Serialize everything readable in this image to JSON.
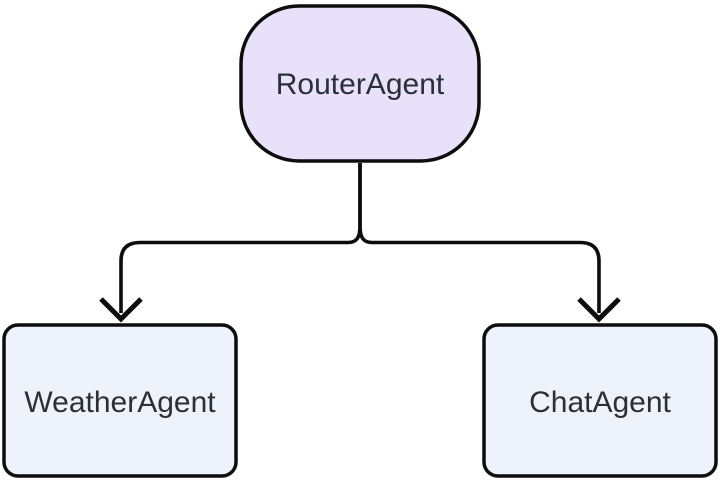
{
  "diagram": {
    "type": "flowchart",
    "direction": "top-down",
    "nodes": [
      {
        "id": "router",
        "label": "RouterAgent",
        "shape": "stadium"
      },
      {
        "id": "weather",
        "label": "WeatherAgent",
        "shape": "rounded-rect"
      },
      {
        "id": "chat",
        "label": "ChatAgent",
        "shape": "rounded-rect"
      }
    ],
    "edges": [
      {
        "from": "RouterAgent",
        "to": "WeatherAgent",
        "arrow": "open-chevron-down"
      },
      {
        "from": "RouterAgent",
        "to": "ChatAgent",
        "arrow": "open-chevron-down"
      }
    ],
    "colors": {
      "router_fill": "#e8e1f9",
      "child_fill": "#eef2fb",
      "node_stroke": "#0d0d0d",
      "edge_stroke": "#0d0d0d",
      "label_color": "#2b2f3a",
      "background": "#ffffff"
    }
  }
}
